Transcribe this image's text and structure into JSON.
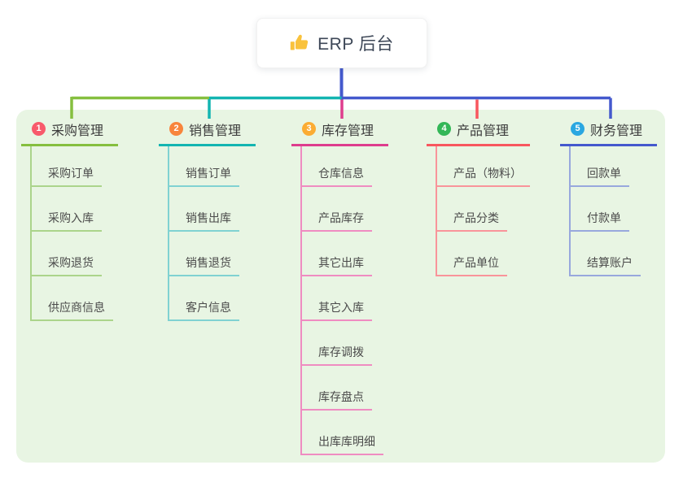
{
  "root": {
    "title": "ERP 后台",
    "icon": "thumbs-up-icon",
    "icon_color": "#f9c23c",
    "connector_color": "#4459cd"
  },
  "canvas": {
    "background": "#e8f5e3"
  },
  "branches": [
    {
      "number": "1",
      "title": "采购管理",
      "badge_color": "#f85a6b",
      "line_color": "#85bf3f",
      "light_color": "#abd48b",
      "children": [
        "采购订单",
        "采购入库",
        "采购退货",
        "供应商信息"
      ]
    },
    {
      "number": "2",
      "title": "销售管理",
      "badge_color": "#f8853c",
      "line_color": "#13b5b1",
      "light_color": "#80d2d2",
      "children": [
        "销售订单",
        "销售出库",
        "销售退货",
        "客户信息"
      ]
    },
    {
      "number": "3",
      "title": "库存管理",
      "badge_color": "#fbac33",
      "line_color": "#de3d8d",
      "light_color": "#ef8cc1",
      "children": [
        "仓库信息",
        "产品库存",
        "其它出库",
        "其它入库",
        "库存调拨",
        "库存盘点",
        "出库库明细"
      ]
    },
    {
      "number": "4",
      "title": "产品管理",
      "badge_color": "#33b757",
      "line_color": "#f8575e",
      "light_color": "#f9949a",
      "children": [
        "产品（物料）",
        "产品分类",
        "产品单位"
      ]
    },
    {
      "number": "5",
      "title": "财务管理",
      "badge_color": "#2aa7e1",
      "line_color": "#4459cd",
      "light_color": "#98a8dd",
      "children": [
        "回款单",
        "付款单",
        "结算账户"
      ]
    }
  ]
}
